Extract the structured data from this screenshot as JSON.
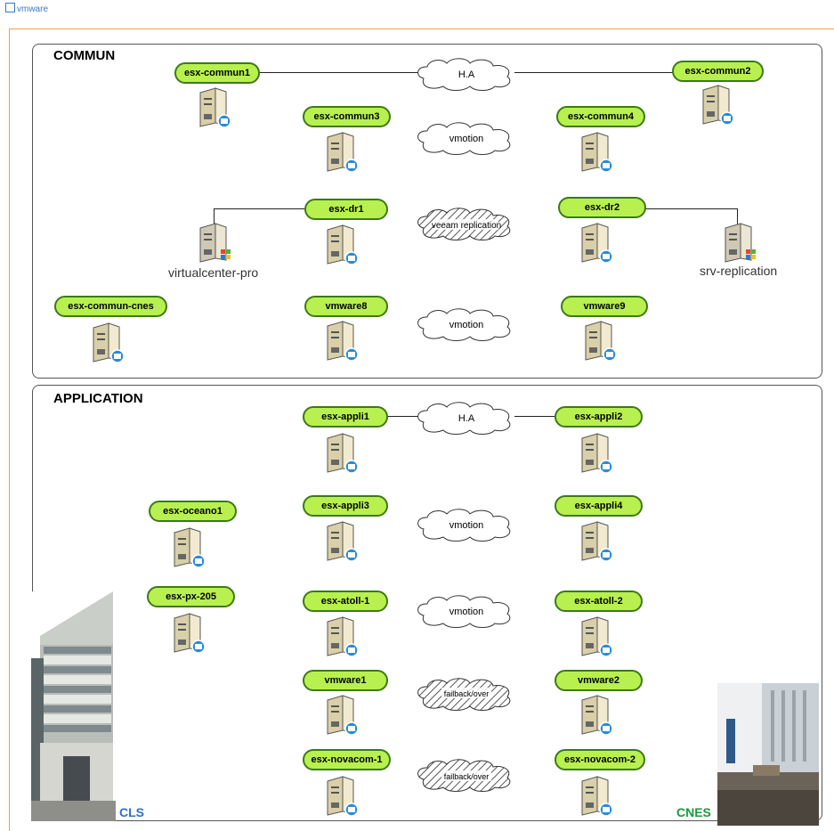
{
  "header": {
    "brand": "vmware"
  },
  "sections": {
    "commun": {
      "title": "COMMUN"
    },
    "application": {
      "title": "APPLICATION"
    }
  },
  "nodes": {
    "esx_commun1": "esx-commun1",
    "esx_commun2": "esx-commun2",
    "esx_commun3": "esx-commun3",
    "esx_commun4": "esx-commun4",
    "esx_dr1": "esx-dr1",
    "esx_dr2": "esx-dr2",
    "esx_commun_cnes": "esx-commun-cnes",
    "vmware8": "vmware8",
    "vmware9": "vmware9",
    "esx_appli1": "esx-appli1",
    "esx_appli2": "esx-appli2",
    "esx_appli3": "esx-appli3",
    "esx_appli4": "esx-appli4",
    "esx_oceano1": "esx-oceano1",
    "esx_px_205": "esx-px-205",
    "esx_atoll_1": "esx-atoll-1",
    "esx_atoll_2": "esx-atoll-2",
    "vmware1": "vmware1",
    "vmware2": "vmware2",
    "esx_novacom_1": "esx-novacom-1",
    "esx_novacom_2": "esx-novacom-2"
  },
  "servers": {
    "virtualcenter": "virtualcenter-pro",
    "replication": "srv-replication"
  },
  "clouds": {
    "ha_commun": "H.A",
    "vmotion_commun": "vmotion",
    "veeam": "veeam replication",
    "vmotion_commun2": "vmotion",
    "ha_appli": "H.A",
    "vmotion_appli": "vmotion",
    "vmotion_atoll": "vmotion",
    "failback1": "failback/over",
    "failback2": "failback/over"
  },
  "locations": {
    "cls": "CLS",
    "cnes": "CNES"
  },
  "colors": {
    "node_fill": "#b8f050",
    "node_border": "#3c7a14",
    "cls_label": "#2a6fd0",
    "cnes_label": "#1a9a3a",
    "frame_orange": "#f0a040"
  }
}
